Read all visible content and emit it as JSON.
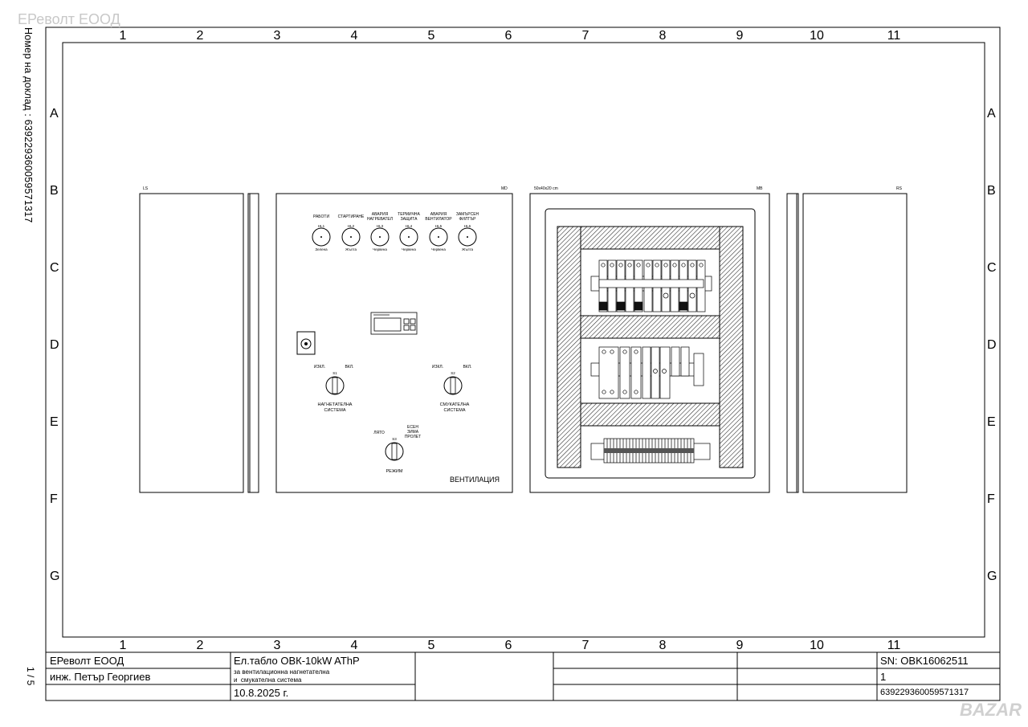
{
  "watermark": "ЕРеволт ЕООД",
  "side_label": "Номер на доклад : 639229360059571317",
  "page_indicator": "1 / 5",
  "grid": {
    "columns": [
      "1",
      "2",
      "3",
      "4",
      "5",
      "6",
      "7",
      "8",
      "9",
      "10",
      "11"
    ],
    "rows": [
      "A",
      "B",
      "C",
      "D",
      "E",
      "F",
      "G"
    ]
  },
  "panels": {
    "ls_tag": "LS",
    "md_tag": "MD",
    "mb_tag": "MB",
    "rs_tag": "RS",
    "mb_size": "50x40x20 cm",
    "md_title": "ВЕНТИЛАЦИЯ"
  },
  "lamps": [
    {
      "top": "РАБОТИ",
      "tag": "HL1",
      "color": "Зелена"
    },
    {
      "top": "СТАРТИРАНЕ",
      "tag": "HL2",
      "color": "Жълта"
    },
    {
      "top": "АВАРИЯ НАГРЕВАТЕЛ",
      "tag": "HL3",
      "color": "Червена"
    },
    {
      "top": "ТЕРМИЧНА ЗАЩИТА",
      "tag": "HL4",
      "color": "Червена"
    },
    {
      "top": "АВАРИЯ ВЕНТИЛАТОР",
      "tag": "HL5",
      "color": "Червена"
    },
    {
      "top": "ЗАМЪРСЕН ФИЛТЪР",
      "tag": "HL6",
      "color": "Жълта"
    }
  ],
  "switches": {
    "s1": {
      "left": "ИЗКЛ.",
      "right": "ВКЛ.",
      "tag": "S1",
      "caption": "НАГНЕТАТЕЛНА СИСТЕМА"
    },
    "s2": {
      "left": "ИЗКЛ.",
      "right": "ВКЛ.",
      "tag": "S2",
      "caption": "СМУКАТЕЛНА СИСТЕМА"
    },
    "s3": {
      "left": "ЛЯТО",
      "right": "ЗИМА",
      "right_top": "ЕСЕН",
      "right_bottom": "ПРОЛЕТ",
      "tag": "S3",
      "caption": "РЕЖИМ"
    }
  },
  "title_block": {
    "company": "ЕРеволт ЕООД",
    "engineer": "инж. Петър Георгиев",
    "title": "Ел.табло ОВК-10kW AThP",
    "desc_line1": "за вентилационна нагнетателна",
    "desc_line2": "и  смукателна система",
    "date": "10.8.2025 г.",
    "serial": "SN: OBK16062511",
    "sheet": "1",
    "report_no": "639229360059571317"
  },
  "logo_text": "BAZAR"
}
